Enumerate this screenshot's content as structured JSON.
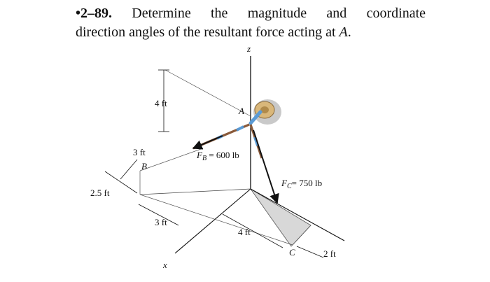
{
  "problem": {
    "number": "•2–89.",
    "line1_words": [
      "Determine",
      "the",
      "magnitude",
      "and",
      "coordinate"
    ],
    "line2_text": "direction angles of the resultant force acting at",
    "line2_point": "A",
    "line2_end": "."
  },
  "figure": {
    "axis_z": "z",
    "axis_x": "x",
    "point_a": "A",
    "point_b": "B",
    "point_c": "C",
    "force_b_symbol": "F",
    "force_b_sub": "B",
    "force_b_value": " = 600 lb",
    "force_c_symbol": "F",
    "force_c_sub": "C",
    "force_c_value": "= 750 lb",
    "dim_height": "4 ft",
    "dim_b_x": "3 ft",
    "dim_b_y": "2.5 ft",
    "dim_x": "3 ft",
    "dim_c_y": "4 ft",
    "dim_c_x": "2 ft",
    "colors": {
      "rod_brown": "#8a5a3a",
      "rod_blue": "#5b9bd5",
      "plate_tan": "#d9b77a",
      "plate_shadow": "#c9c9c9",
      "triangle_gray": "#d8d8d8"
    }
  }
}
